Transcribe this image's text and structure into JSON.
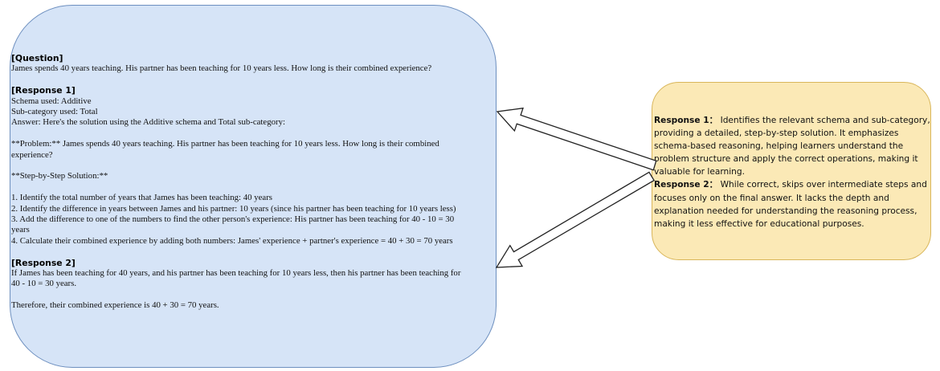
{
  "left_box": {
    "question_heading": "[Question]",
    "question_text": "James spends 40 years teaching. His partner has been teaching for 10 years less. How long is their combined experience?",
    "response1_heading": "[Response 1]",
    "response1_lines": [
      "Schema used: Additive",
      "Sub-category used: Total",
      "Answer: Here's the solution using the Additive schema and Total sub-category:",
      "",
      "**Problem:** James spends 40 years teaching. His partner has been teaching for 10 years less. How long is their combined",
      "experience?",
      "",
      "**Step-by-Step Solution:**",
      "",
      "1. Identify the total number of years that James has been teaching: 40 years",
      "2. Identify the difference in years between James and his partner: 10 years (since his partner has been teaching for 10 years less)",
      "3. Add the difference to one of the numbers to find the other person's experience: His partner has been teaching for 40 - 10 = 30",
      "years",
      "4. Calculate their combined experience by adding both numbers: James' experience + partner's experience = 40 + 30 = 70 years"
    ],
    "response2_heading": "[Response 2]",
    "response2_lines": [
      "If James has been teaching for 40 years, and his partner has been teaching for 10 years less, then his partner has been teaching for",
      "40 - 10 = 30 years.",
      "",
      "Therefore, their combined experience is 40 + 30 = 70 years."
    ]
  },
  "right_box": {
    "response1_label": "Response 1：",
    "response1_text": " Identifies the relevant schema and sub-category, providing a detailed, step-by-step solution. It emphasizes schema-based reasoning, helping learners understand the problem structure and apply the correct operations, making it valuable for learning.",
    "response2_label": "Response 2：",
    "response2_text": " While correct, skips over intermediate steps and focuses only on the final answer. It lacks the depth and explanation needed for understanding the reasoning process, making it less effective for educational purposes."
  },
  "colors": {
    "left_fill": "#d6e4f7",
    "left_border": "#6d8fbf",
    "right_fill": "#fbe9b6",
    "right_border": "#d9b65a",
    "arrow_stroke": "#222222"
  }
}
